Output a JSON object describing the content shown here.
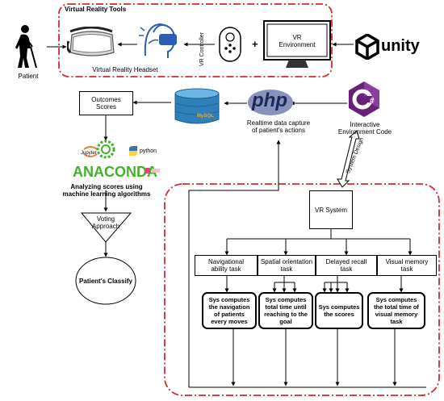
{
  "top": {
    "group_title": "Virtual Reality Tools",
    "patient": "Patient",
    "headset": "Virtual Reality Headset",
    "controller": "VR Controller",
    "plus": "+",
    "environment": "VR\nEnvironment",
    "unity": "unity"
  },
  "mid": {
    "outcomes": "Outcomes\nScores",
    "mysql_logo": "MySQL",
    "php": "php",
    "capture": "Realtime data capture\nof patient's actions",
    "env_code": "Interactive\nEnvironment Code",
    "system_design": "System Design"
  },
  "ml": {
    "jupyter": "Jupyter",
    "python": "python",
    "anaconda": "ANACONDA",
    "analyzing": "Analyzing scores using\nmachine learning algorithms",
    "voting": "Voting\nApproach",
    "classify": "Patient's Classify"
  },
  "system": {
    "vr_system": "VR System",
    "tasks": [
      "Navigational\nability task",
      "Spatial orientation\ntask",
      "Delayed recall\ntask",
      "Visual memory\ntask"
    ],
    "computes": [
      "Sys computes\nthe navigation\nof patients\nevery moves",
      "Sys computes\ntotal time until\nreaching to the\ngoal",
      "Sys computes\nthe scores",
      "Sys computes\nthe total time of\nvisual memory\ntask"
    ]
  },
  "colors": {
    "dashed_border": "#d42b2b",
    "php_text": "#1a2a55",
    "csharp": "#68217a",
    "mysql": "#2f7fb8"
  }
}
